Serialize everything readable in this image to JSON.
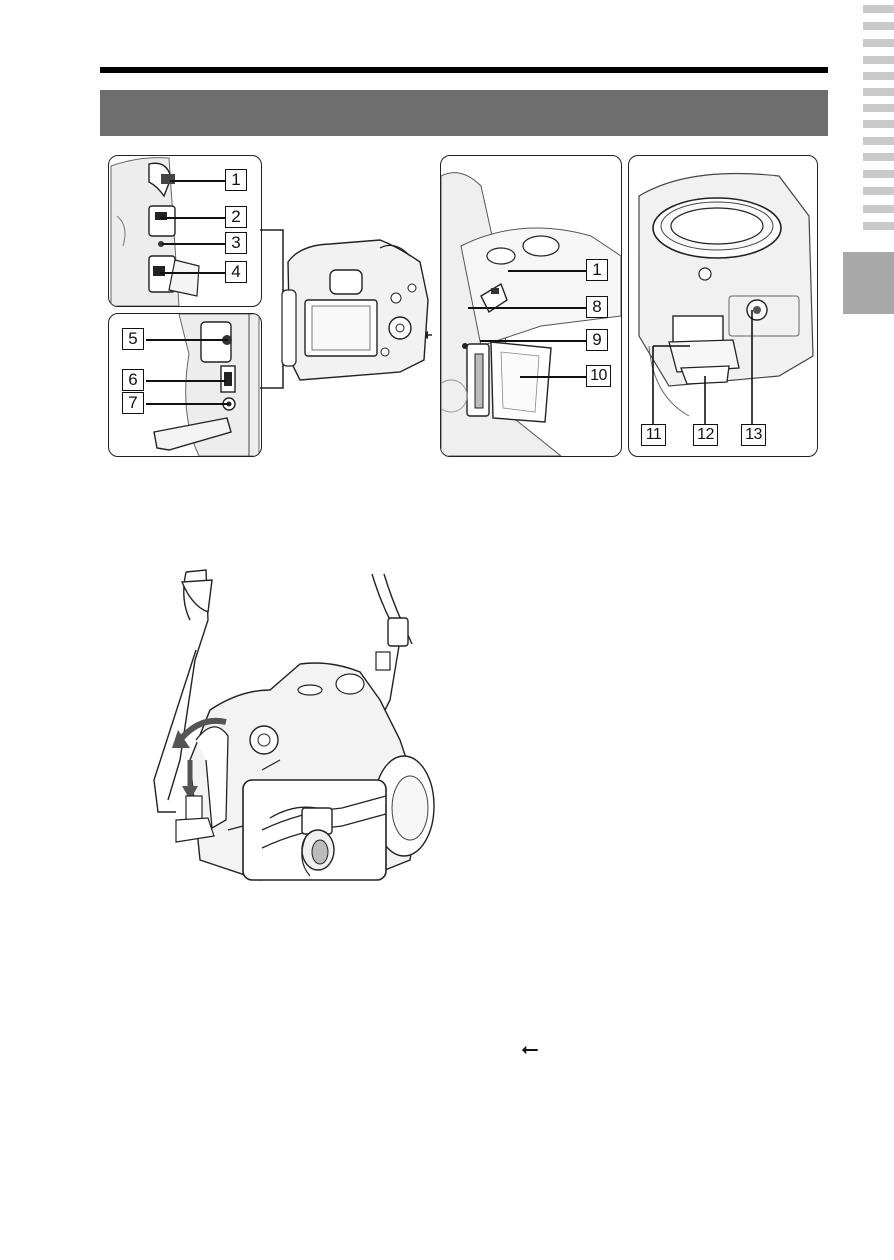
{
  "banner": {
    "title": ""
  },
  "callouts": {
    "c1": "1",
    "c2": "2",
    "c3": "3",
    "c4": "4",
    "c5": "5",
    "c6": "6",
    "c7": "7",
    "c8": "8",
    "c9": "9",
    "c10": "10",
    "c11": "11",
    "c12": "12",
    "c13": "13",
    "c1b": "1"
  },
  "usb_symbol": "⭠",
  "side_index": {
    "tab_count": 14,
    "active_tab": 15
  }
}
